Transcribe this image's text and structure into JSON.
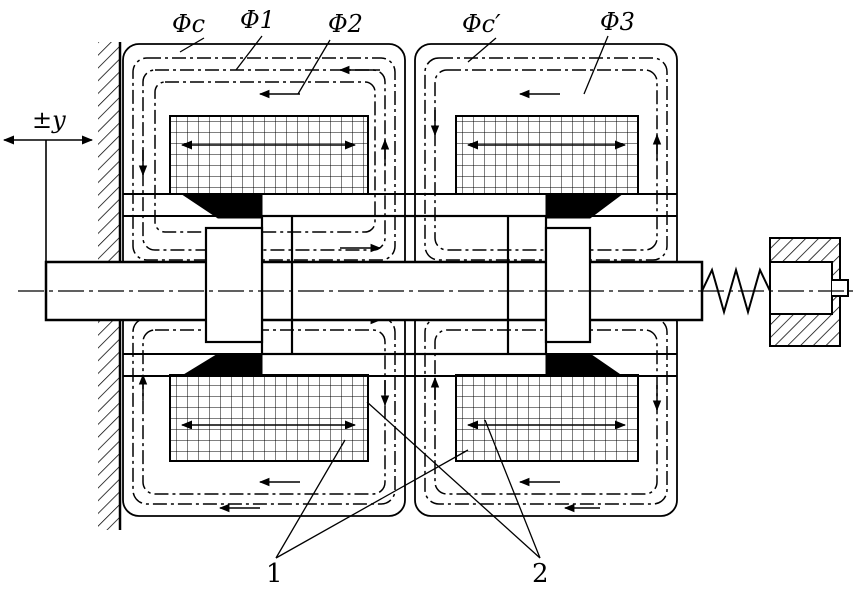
{
  "labels": {
    "phi_c": "Φc",
    "phi_1": "Φ1",
    "phi_2": "Φ2",
    "phi_c_prime": "Φc′",
    "phi_3": "Φ3",
    "displacement": "±y",
    "part_1": "1",
    "part_2": "2"
  },
  "colors": {
    "line": "#000000",
    "background": "#ffffff",
    "pole_fill": "#000000"
  },
  "icons": {
    "spring": "spring-icon",
    "ground_hatch": "hatch-icon"
  }
}
